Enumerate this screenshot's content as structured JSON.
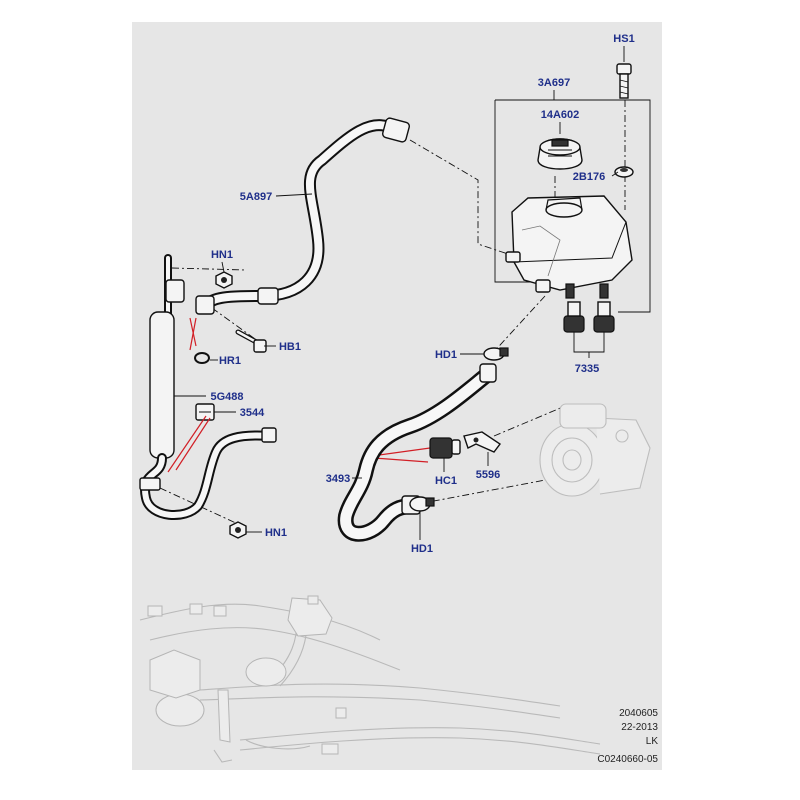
{
  "callouts": {
    "HS1": "HS1",
    "3A697": "3A697",
    "14A602": "14A602",
    "2B176": "2B176",
    "5A897": "5A897",
    "HN1_top": "HN1",
    "HB1": "HB1",
    "HR1": "HR1",
    "5G488": "5G488",
    "3544": "3544",
    "HN1_bottom": "HN1",
    "HD1_top": "HD1",
    "7335": "7335",
    "3493": "3493",
    "HC1": "HC1",
    "5596": "5596",
    "HD1_bottom": "HD1"
  },
  "reference": {
    "line1": "2040605",
    "line2": "22-2013",
    "line3": "LK",
    "line4": "C0240660-05"
  },
  "colors": {
    "callout_text": "#1f2f8a",
    "background_panel": "#e6e6e6",
    "highlight_lines": "#d21f26"
  }
}
